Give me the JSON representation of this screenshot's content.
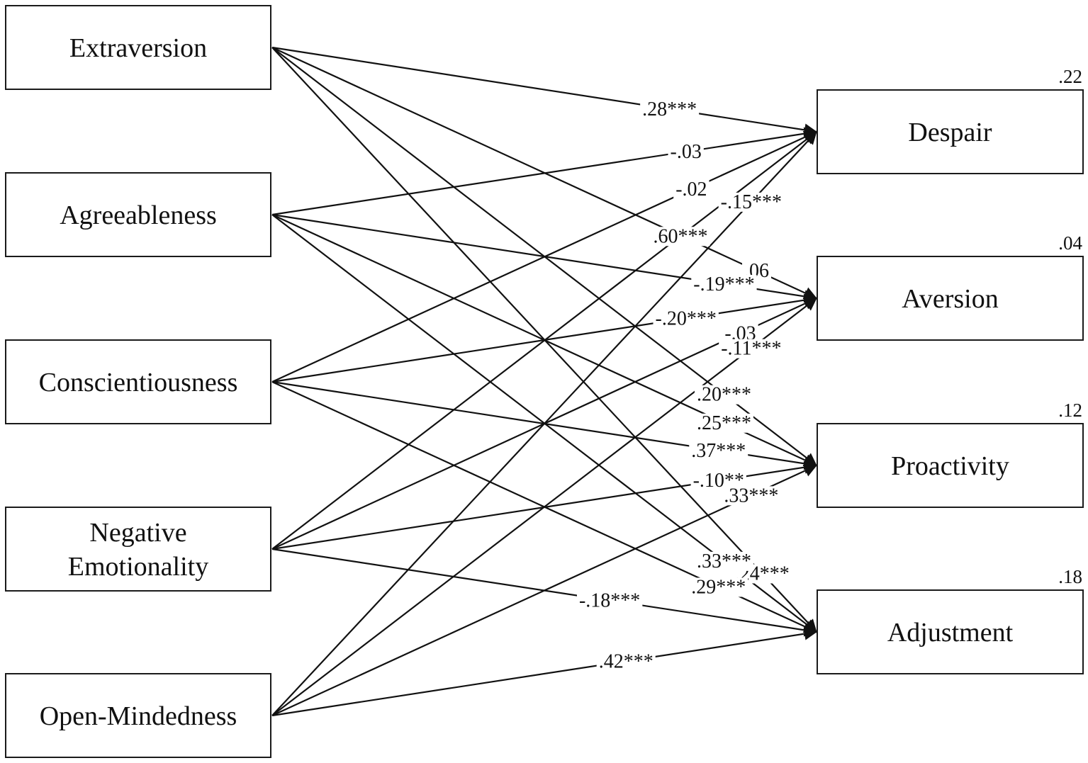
{
  "predictors": [
    {
      "id": "extraversion",
      "lines": [
        "Extraversion"
      ]
    },
    {
      "id": "agreeableness",
      "lines": [
        "Agreeableness"
      ]
    },
    {
      "id": "conscientiousness",
      "lines": [
        "Conscientiousness"
      ]
    },
    {
      "id": "negative-emotionality",
      "lines": [
        "Negative",
        "Emotionality"
      ]
    },
    {
      "id": "open-mindedness",
      "lines": [
        "Open-Mindedness"
      ]
    }
  ],
  "outcomes": [
    {
      "id": "despair",
      "label": "Despair",
      "r2": ".22"
    },
    {
      "id": "aversion",
      "label": "Aversion",
      "r2": ".04"
    },
    {
      "id": "proactivity",
      "label": "Proactivity",
      "r2": ".12"
    },
    {
      "id": "adjustment",
      "label": "Adjustment",
      "r2": ".18"
    }
  ],
  "paths": [
    {
      "from": "extraversion",
      "to": "despair",
      "coef": ".28***"
    },
    {
      "from": "extraversion",
      "to": "aversion",
      "coef": ".06"
    },
    {
      "from": "extraversion",
      "to": "proactivity",
      "coef": ".20***"
    },
    {
      "from": "extraversion",
      "to": "adjustment",
      "coef": ".24***"
    },
    {
      "from": "agreeableness",
      "to": "despair",
      "coef": "-.03"
    },
    {
      "from": "agreeableness",
      "to": "aversion",
      "coef": "-.19***"
    },
    {
      "from": "agreeableness",
      "to": "proactivity",
      "coef": ".25***"
    },
    {
      "from": "agreeableness",
      "to": "adjustment",
      "coef": ".33***"
    },
    {
      "from": "conscientiousness",
      "to": "despair",
      "coef": "-.02"
    },
    {
      "from": "conscientiousness",
      "to": "aversion",
      "coef": "-.20***"
    },
    {
      "from": "conscientiousness",
      "to": "proactivity",
      "coef": ".37***"
    },
    {
      "from": "conscientiousness",
      "to": "adjustment",
      "coef": ".29***"
    },
    {
      "from": "negative-emotionality",
      "to": "despair",
      "coef": ".60***"
    },
    {
      "from": "negative-emotionality",
      "to": "aversion",
      "coef": "-.03"
    },
    {
      "from": "negative-emotionality",
      "to": "proactivity",
      "coef": "-.10**"
    },
    {
      "from": "negative-emotionality",
      "to": "adjustment",
      "coef": "-.18***"
    },
    {
      "from": "open-mindedness",
      "to": "despair",
      "coef": "-.15***"
    },
    {
      "from": "open-mindedness",
      "to": "aversion",
      "coef": "-.11***"
    },
    {
      "from": "open-mindedness",
      "to": "proactivity",
      "coef": ".33***"
    },
    {
      "from": "open-mindedness",
      "to": "adjustment",
      "coef": ".42***"
    }
  ]
}
